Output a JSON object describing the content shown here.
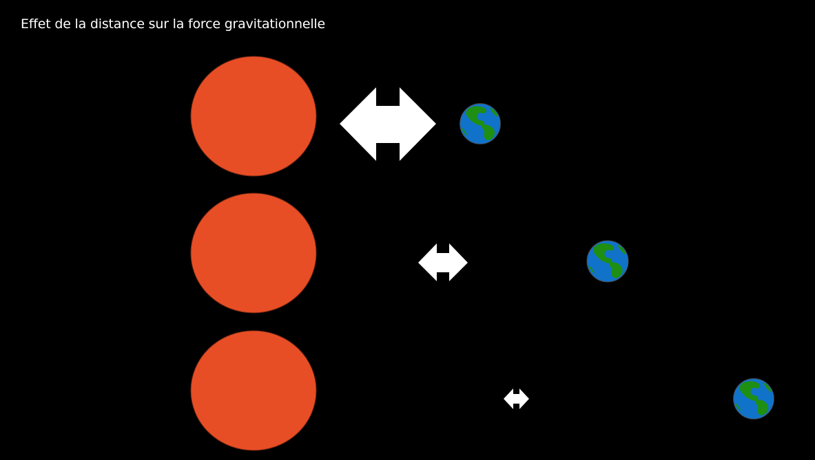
{
  "title": "Effet de la distance sur la force gravitationnelle",
  "colors": {
    "background": "#000000",
    "star": "#e84e25",
    "arrow": "#ffffff",
    "ocean": "#1172c9",
    "land": "#1e8f12"
  },
  "rows": [
    {
      "id": "row-1",
      "icons": [
        "star-icon",
        "double-arrow-icon",
        "earth-icon"
      ]
    },
    {
      "id": "row-2",
      "icons": [
        "star-icon",
        "double-arrow-icon",
        "earth-icon"
      ]
    },
    {
      "id": "row-3",
      "icons": [
        "star-icon",
        "double-arrow-icon",
        "earth-icon"
      ]
    }
  ]
}
